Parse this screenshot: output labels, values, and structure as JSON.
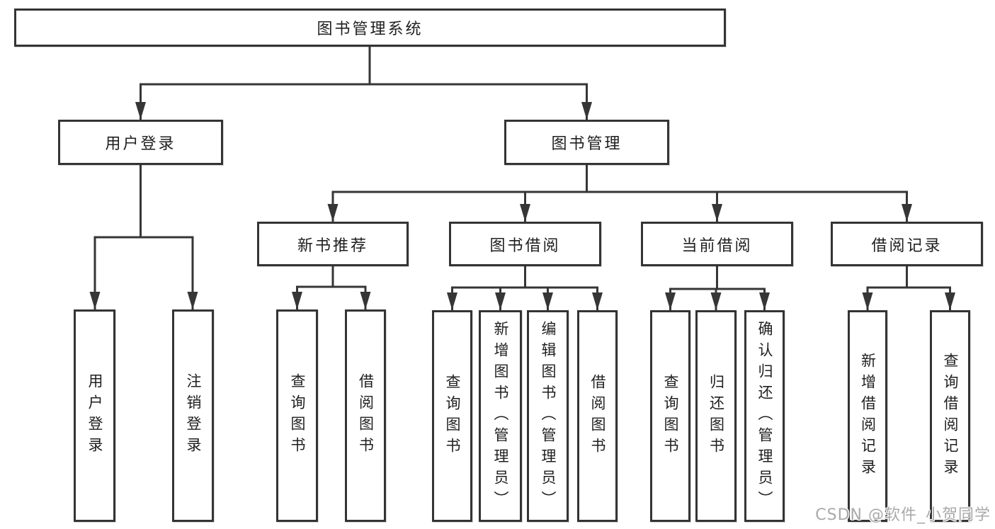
{
  "diagram": {
    "title": "图书管理系统",
    "line_color": "#363636",
    "box_border_color": "#343434",
    "background": "#ffffff"
  },
  "nodes": {
    "root": "图书管理系统",
    "l2": [
      "用户登录",
      "图书管理"
    ],
    "l3": [
      "新书推荐",
      "图书借阅",
      "当前借阅",
      "借阅记录"
    ],
    "leaves_user": [
      "用户登录",
      "注销登录"
    ],
    "leaves_newbook": [
      "查询图书",
      "借阅图书"
    ],
    "leaves_borrow": [
      "查询图书",
      "新增图书（管理员）",
      "编辑图书（管理员）",
      "借阅图书"
    ],
    "leaves_current": [
      "查询图书",
      "归还图书",
      "确认归还（管理员）"
    ],
    "leaves_records": [
      "新增借阅记录",
      "查询借阅记录"
    ]
  },
  "watermark": {
    "text": "CSDN @软件_小贺同学"
  }
}
